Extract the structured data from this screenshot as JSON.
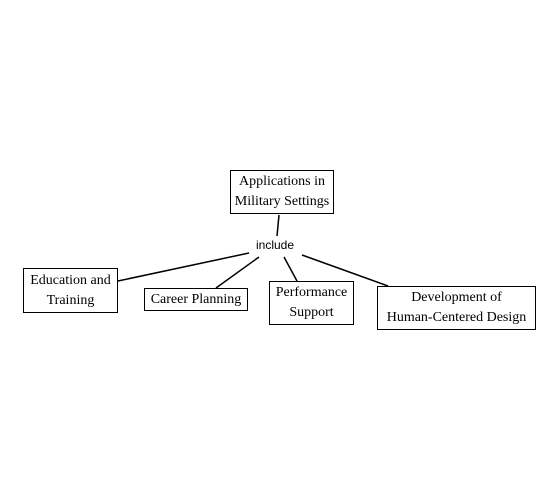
{
  "diagram": {
    "root": {
      "label": "Applications in\nMilitary Settings"
    },
    "relation": {
      "label": "include"
    },
    "children": [
      {
        "label": "Education and\nTraining"
      },
      {
        "label": "Career Planning"
      },
      {
        "label": "Performance\nSupport"
      },
      {
        "label": "Development of\nHuman-Centered Design"
      }
    ],
    "colors": {
      "line": "#000000",
      "box_border": "#000000",
      "background": "#ffffff"
    }
  }
}
